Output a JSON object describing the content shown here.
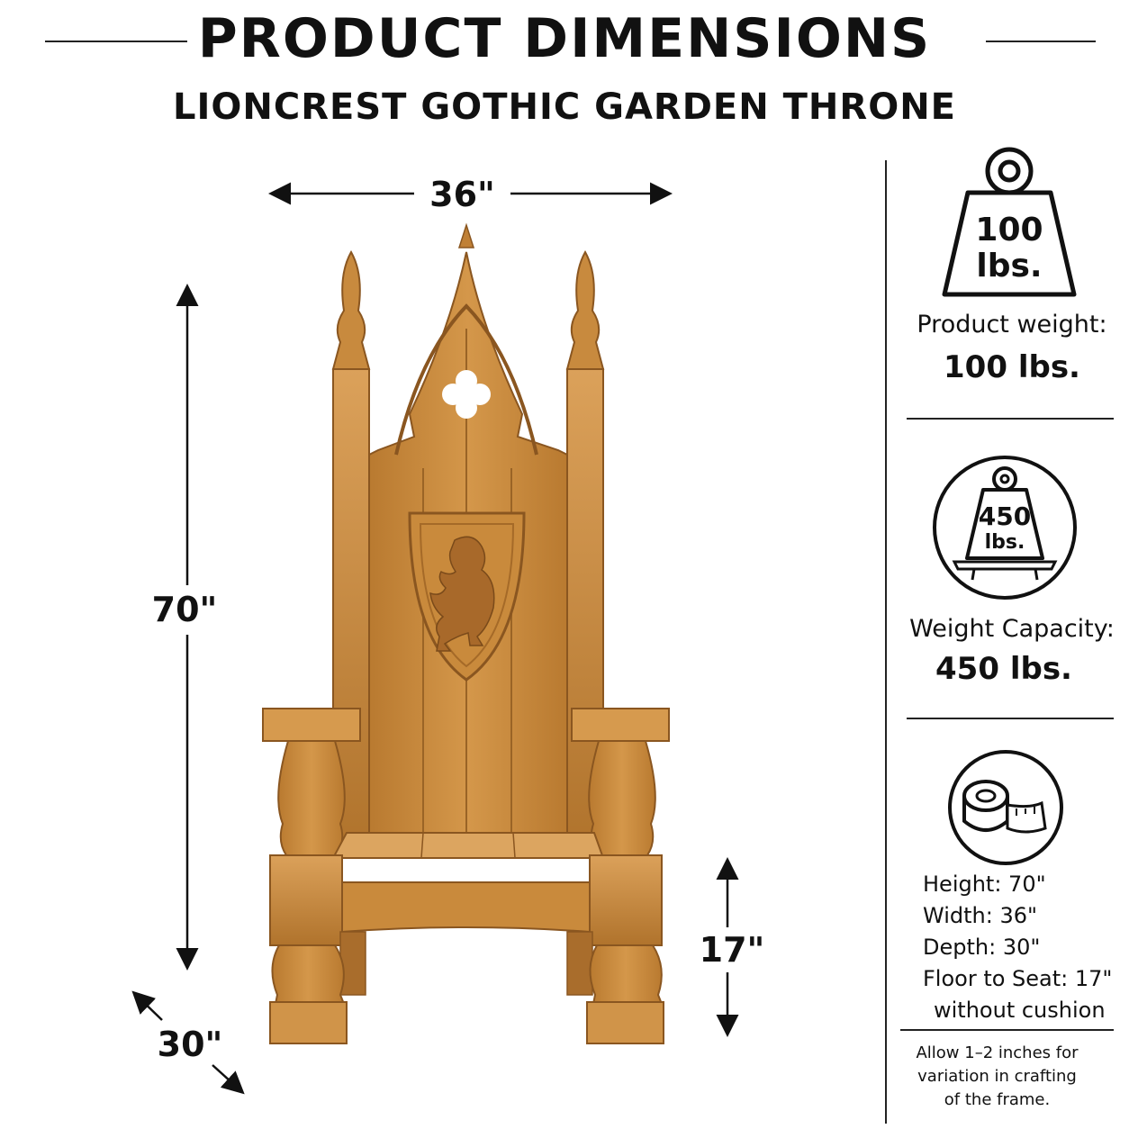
{
  "header": {
    "title": "PRODUCT DIMENSIONS",
    "subtitle": "LIONCREST GOTHIC GARDEN THRONE"
  },
  "dimensions": {
    "width": "36\"",
    "height": "70\"",
    "depth": "30\"",
    "seat_height": "17\""
  },
  "specs": {
    "weight_icon_line1": "100",
    "weight_icon_line2": "lbs.",
    "weight_label": "Product weight:",
    "weight_value": "100 lbs.",
    "capacity_icon_line1": "450",
    "capacity_icon_line2": "lbs.",
    "capacity_label": "Weight Capacity:",
    "capacity_value": "450 lbs.",
    "dims_list": [
      "Height: 70\"",
      "Width: 36\"",
      "Depth: 30\"",
      "Floor to Seat: 17\"",
      "without cushion"
    ],
    "note_lines": [
      "Allow 1–2 inches for",
      "variation in crafting",
      "of the frame."
    ]
  },
  "colors": {
    "wood": "#c98a3c",
    "wood_dark": "#9a6426",
    "wood_light": "#dea35a",
    "ink": "#111111"
  },
  "icons": [
    "weight-icon",
    "capacity-scale-icon",
    "tape-measure-icon",
    "lion-crest-icon"
  ]
}
